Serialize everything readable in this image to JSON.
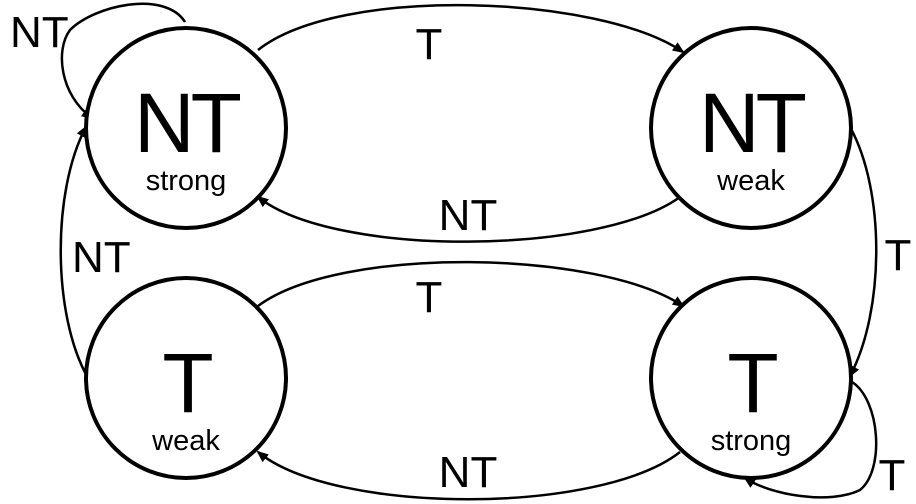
{
  "states": [
    {
      "id": "nt-strong",
      "prediction": "NT",
      "strength": "strong"
    },
    {
      "id": "nt-weak",
      "prediction": "NT",
      "strength": "weak"
    },
    {
      "id": "t-weak",
      "prediction": "T",
      "strength": "weak"
    },
    {
      "id": "t-strong",
      "prediction": "T",
      "strength": "strong"
    }
  ],
  "transitions": [
    {
      "from": "nt-strong",
      "to": "nt-strong",
      "label": "NT"
    },
    {
      "from": "nt-strong",
      "to": "nt-weak",
      "label": "T"
    },
    {
      "from": "nt-weak",
      "to": "nt-strong",
      "label": "NT"
    },
    {
      "from": "nt-weak",
      "to": "t-strong",
      "label": "T"
    },
    {
      "from": "t-weak",
      "to": "nt-strong",
      "label": "NT"
    },
    {
      "from": "t-weak",
      "to": "t-strong",
      "label": "T"
    },
    {
      "from": "t-strong",
      "to": "t-weak",
      "label": "NT"
    },
    {
      "from": "t-strong",
      "to": "t-strong",
      "label": "T"
    }
  ],
  "colors": {
    "stroke": "#000000",
    "background": "#ffffff"
  }
}
